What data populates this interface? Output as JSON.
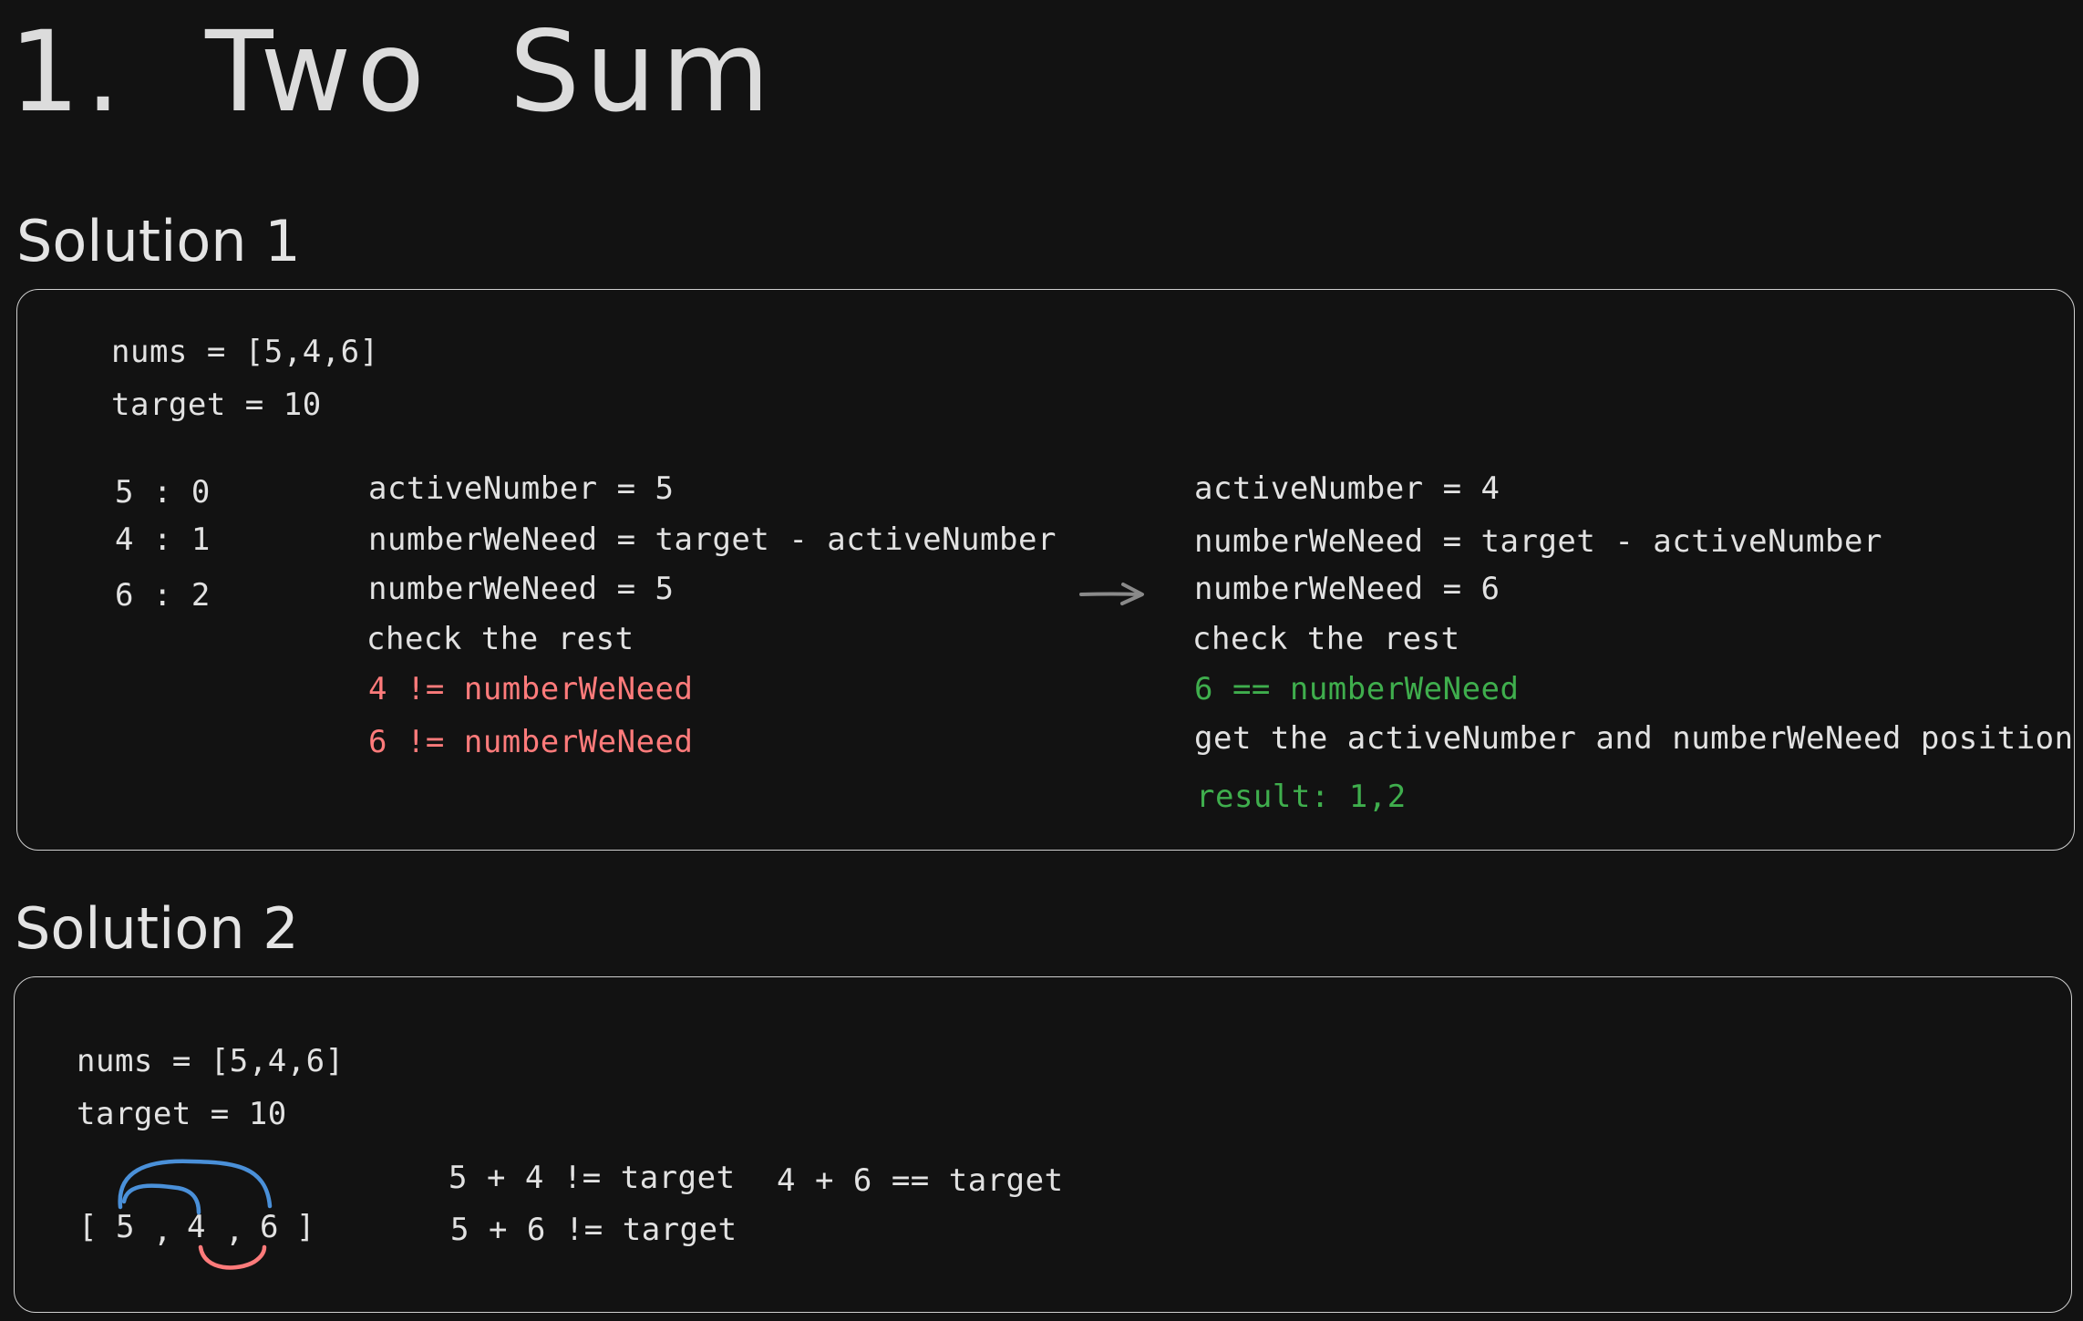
{
  "title": "1.  Two  Sum",
  "solution1": {
    "heading": "Solution 1",
    "nums": "nums = [5,4,6]",
    "target": "target = 10",
    "map": [
      "5 : 0",
      "4 : 1",
      "6 : 2"
    ],
    "left_steps": {
      "active": "activeNumber = 5",
      "formula": "numberWeNeed = target - activeNumber",
      "need": "numberWeNeed = 5",
      "check": "check the rest",
      "cmp1": "4 != numberWeNeed",
      "cmp2": "6 != numberWeNeed"
    },
    "right_steps": {
      "active": "activeNumber = 4",
      "formula": "numberWeNeed = target - activeNumber",
      "need": "numberWeNeed = 6",
      "check": "check the rest",
      "cmp1": "6 == numberWeNeed",
      "position": "get the activeNumber and numberWeNeed position",
      "result": "result: 1,2"
    }
  },
  "solution2": {
    "heading": "Solution 2",
    "nums": "nums = [5,4,6]",
    "target": "target = 10",
    "array": {
      "open": "[",
      "v0": "5",
      "c1": ",",
      "v1": "4",
      "c2": ",",
      "v2": "6",
      "close": "]"
    },
    "checks": {
      "a": "5 + 4 != target",
      "b": "4 + 6 == target",
      "c": "5 + 6 != target"
    }
  },
  "colors": {
    "background": "#121212",
    "text": "#e2e2e2",
    "mismatch": "#ff7b7b",
    "match": "#3fae4d",
    "arc_outer": "#4a90d9",
    "arc_inner": "#ff7b7b",
    "arrow": "#8a8a8a"
  }
}
